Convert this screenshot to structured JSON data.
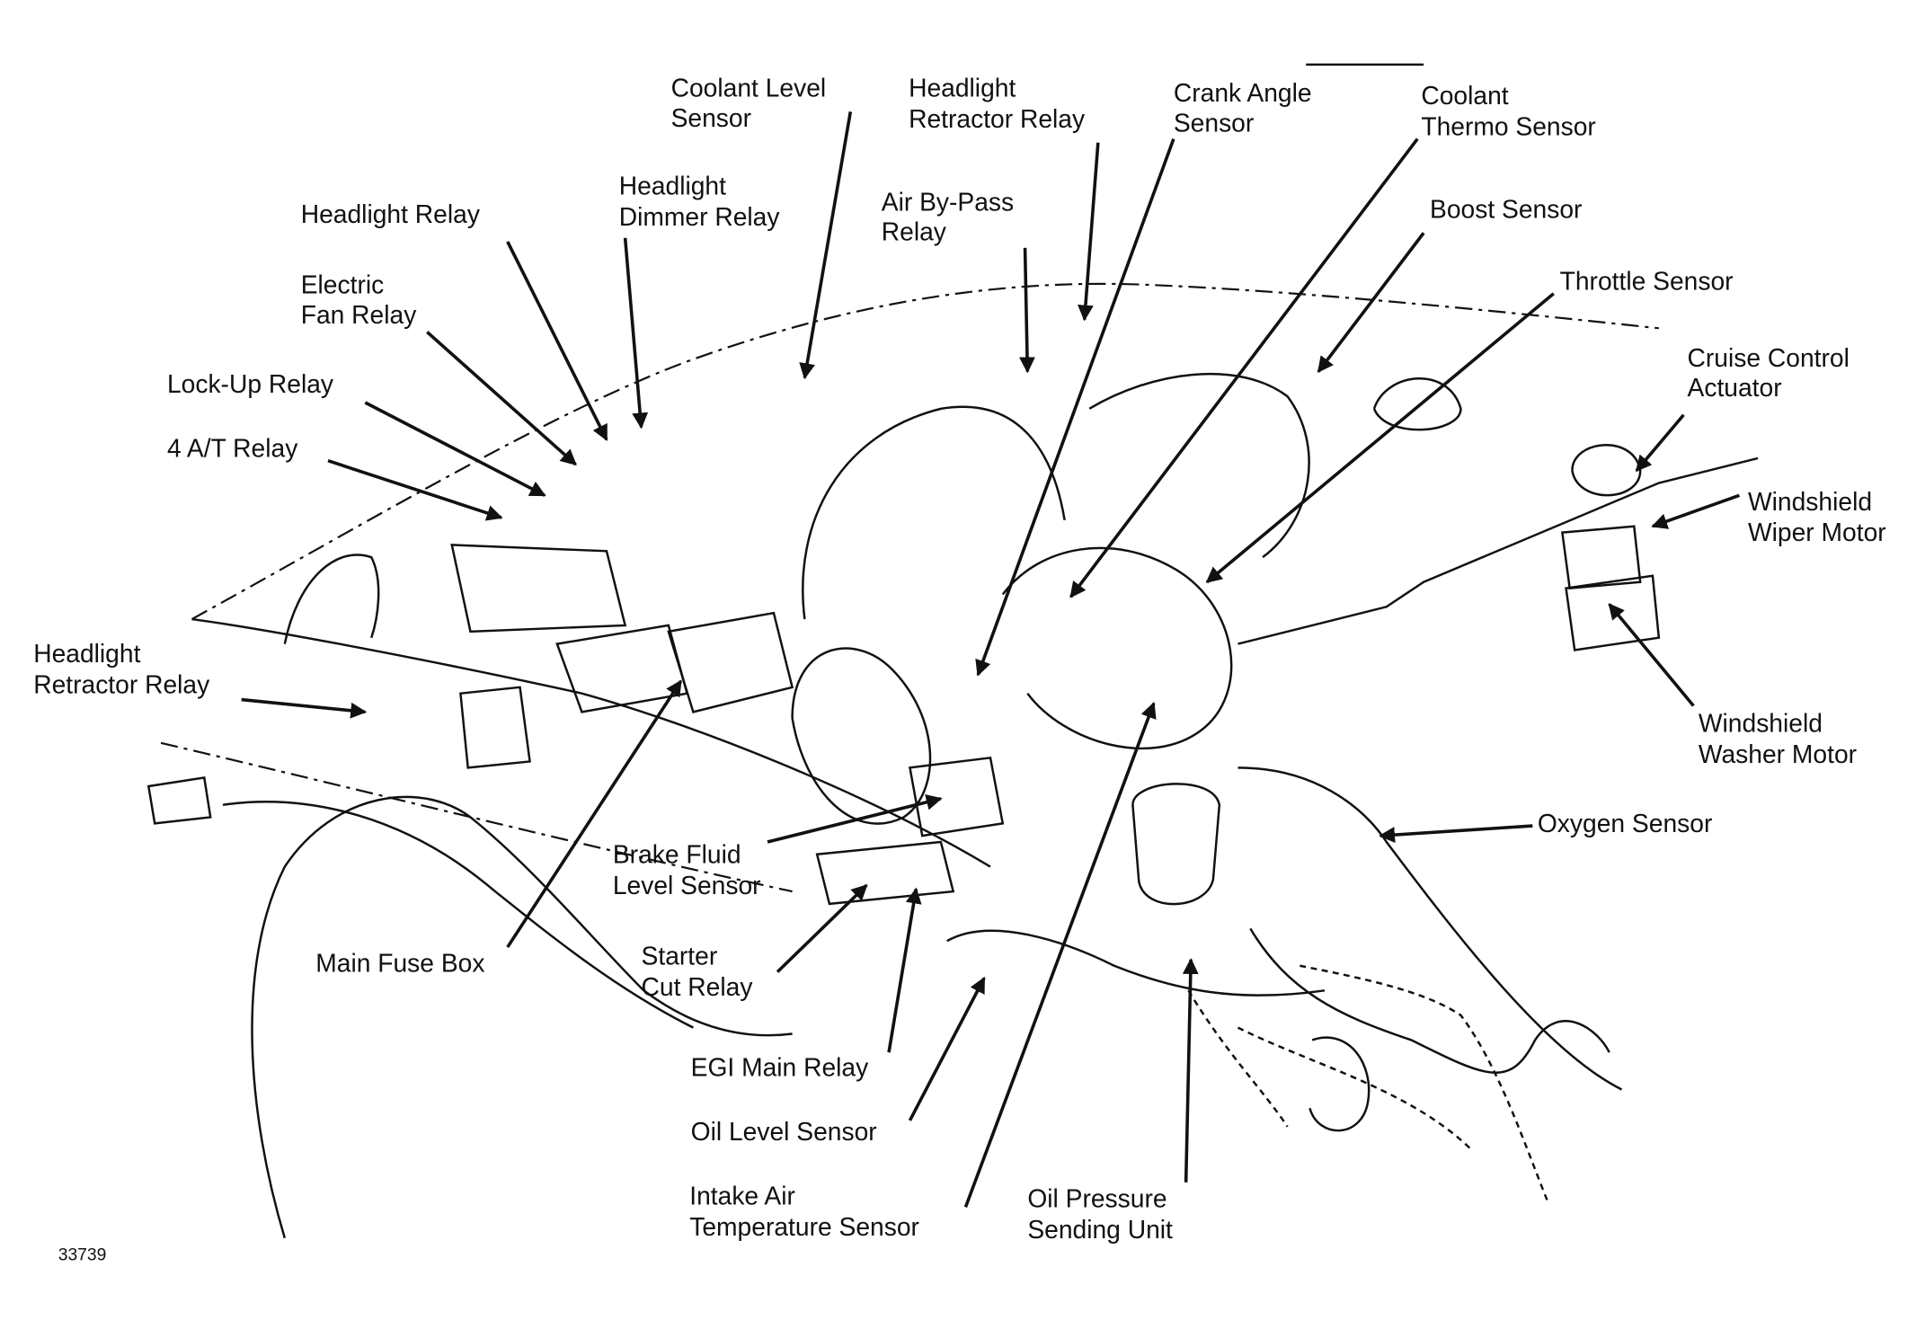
{
  "figure_number": "33739",
  "labels": {
    "coolant_level_sensor": [
      "Coolant Level",
      "Sensor"
    ],
    "headlight_retractor_relay_top": [
      "Headlight",
      "Retractor Relay"
    ],
    "crank_angle_sensor": [
      "Crank Angle",
      "Sensor"
    ],
    "coolant_thermo_sensor": [
      "Coolant",
      "Thermo Sensor"
    ],
    "boost_sensor": [
      "Boost Sensor"
    ],
    "throttle_sensor": [
      "Throttle Sensor"
    ],
    "cruise_control_actuator": [
      "Cruise Control",
      "Actuator"
    ],
    "windshield_wiper_motor": [
      "Windshield",
      "Wiper Motor"
    ],
    "windshield_washer_motor": [
      "Windshield",
      "Washer Motor"
    ],
    "oxygen_sensor": [
      "Oxygen Sensor"
    ],
    "oil_pressure_sending_unit": [
      "Oil Pressure",
      "Sending Unit"
    ],
    "intake_air_temperature_sensor": [
      "Intake Air",
      "Temperature Sensor"
    ],
    "oil_level_sensor": [
      "Oil Level Sensor"
    ],
    "egi_main_relay": [
      "EGI Main Relay"
    ],
    "starter_cut_relay": [
      "Starter",
      "Cut Relay"
    ],
    "brake_fluid_level_sensor": [
      "Brake Fluid",
      "Level Sensor"
    ],
    "main_fuse_box": [
      "Main Fuse Box"
    ],
    "headlight_retractor_relay_left": [
      "Headlight",
      "Retractor Relay"
    ],
    "four_at_relay": [
      "4 A/T Relay"
    ],
    "lock_up_relay": [
      "Lock-Up Relay"
    ],
    "electric_fan_relay": [
      "Electric",
      "Fan Relay"
    ],
    "headlight_relay": [
      "Headlight Relay"
    ],
    "headlight_dimmer_relay": [
      "Headlight",
      "Dimmer Relay"
    ],
    "air_by_pass_relay": [
      "Air By-Pass",
      "Relay"
    ]
  }
}
